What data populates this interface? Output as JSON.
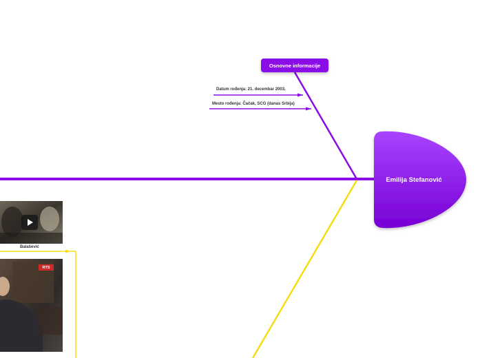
{
  "central": {
    "title": "Emilija Stefanović"
  },
  "branches": [
    {
      "title": "Osnovne informacije",
      "color": "#8a0ce6",
      "items": [
        "Datum rođenja: 21. decembar 2003.",
        "Mesto rođenja: Čačak, SCG (danas Srbija)"
      ]
    }
  ],
  "media": [
    {
      "caption": "Balašević",
      "type": "video",
      "icon": "play-icon"
    },
    {
      "badge": "RTS",
      "type": "image"
    }
  ],
  "colors": {
    "spine": "#8a0ce6",
    "yellow_branch": "#f5dd12",
    "head_light": "#a742ff",
    "head_dark": "#7a00d6"
  }
}
